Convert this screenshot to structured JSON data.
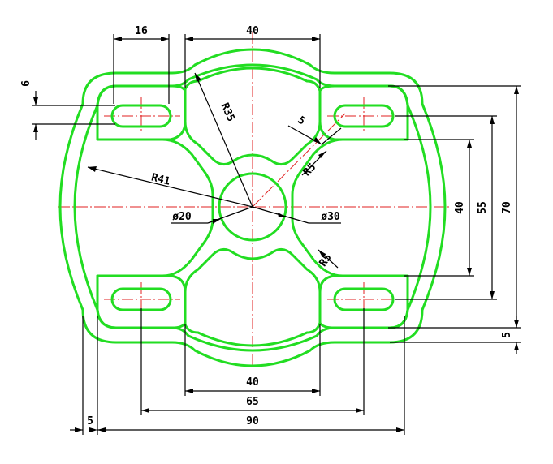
{
  "dimensions": {
    "slot_width": "16",
    "top_width": "40",
    "slot_height": "6",
    "outer_radius": "R35",
    "notch_size": "5",
    "notch_radius_upper": "R5",
    "big_radius": "R41",
    "bore_small": "ø20",
    "bore_large": "ø30",
    "notch_radius_lower": "R5",
    "height_40": "40",
    "height_55": "55",
    "height_70": "70",
    "offset_right": "5",
    "bottom_40": "40",
    "bottom_65": "65",
    "bottom_90": "90",
    "offset_left": "5"
  },
  "colors": {
    "outline": "#22dd22",
    "centerline": "#e02020",
    "dimension": "#000000"
  }
}
